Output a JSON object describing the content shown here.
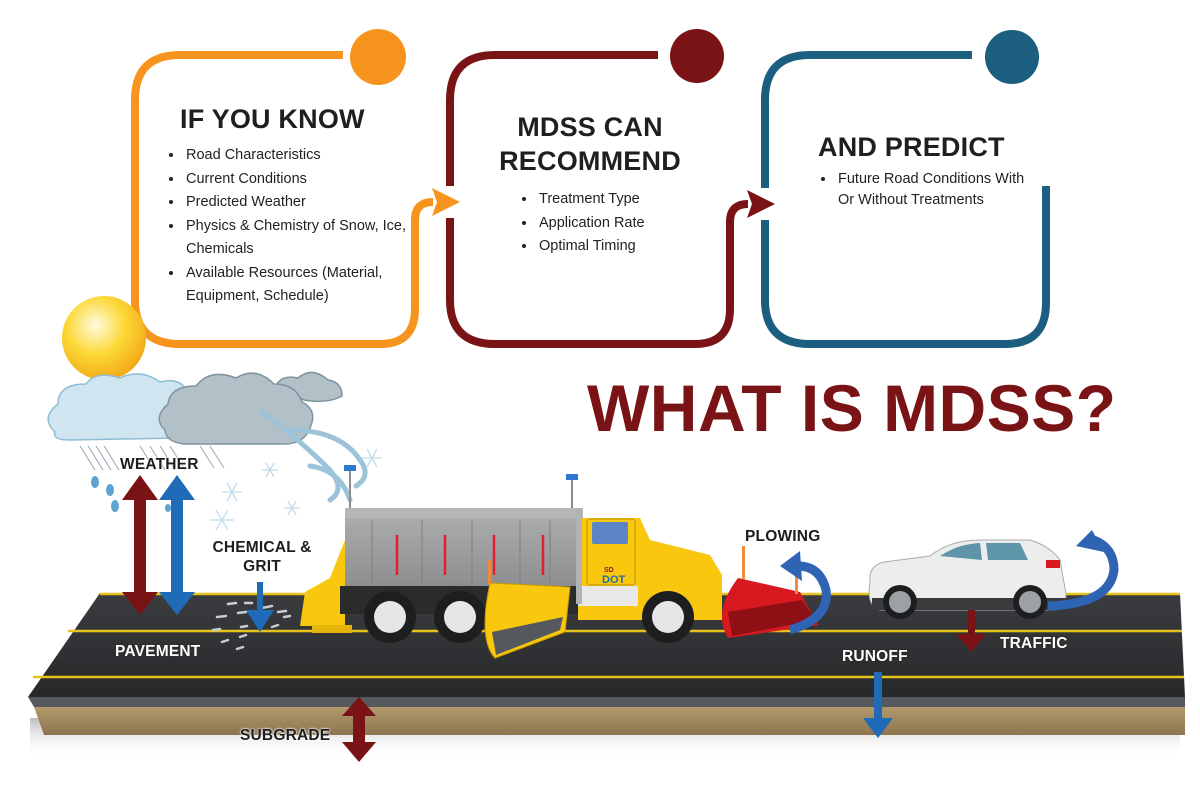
{
  "colors": {
    "orange": "#f7941d",
    "maroon": "#7a1316",
    "teal": "#1b5e80",
    "arrow_blue": "#1f6bb8",
    "asphalt": "#2e3033",
    "lane_yellow": "#e6c21c",
    "soil": "#a38b62",
    "truck_yellow": "#f9c80e",
    "plow_red": "#d7191f"
  },
  "boxes": [
    {
      "title": "IF YOU KNOW",
      "items": [
        "Road Characteristics",
        "Current Conditions",
        "Predicted Weather",
        "Physics & Chemistry of Snow, Ice, Chemicals",
        "Available Resources (Material, Equipment, Schedule)"
      ]
    },
    {
      "title_line1": "MDSS CAN",
      "title_line2": "RECOMMEND",
      "items": [
        "Treatment Type",
        "Application Rate",
        "Optimal Timing"
      ]
    },
    {
      "title": "AND PREDICT",
      "items": [
        "Future Road Conditions With Or Without Treatments"
      ]
    }
  ],
  "main_title": "WHAT IS MDSS?",
  "labels": {
    "weather": "WEATHER",
    "chemical_line1": "CHEMICAL &",
    "chemical_line2": "GRIT",
    "pavement": "PAVEMENT",
    "subgrade": "SUBGRADE",
    "plowing": "PLOWING",
    "runoff": "RUNOFF",
    "traffic": "TRAFFIC"
  },
  "truck_logo": {
    "top": "SD",
    "bottom": "DOT"
  }
}
